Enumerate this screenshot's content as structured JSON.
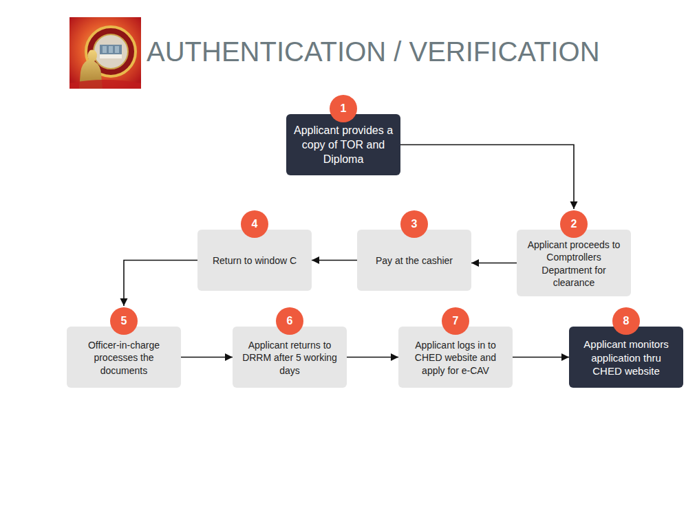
{
  "diagram": {
    "title": "AUTHENTICATION / VERIFICATION",
    "nodes": [
      {
        "text": [
          "Applicant provides a copy of TOR and Diploma"
        ]
      },
      {
        "text": [
          "1"
        ],
        "in": 0
      },
      {
        "text": [
          "Applicant proceeds to Comptrollers Department for clearance"
        ]
      },
      {
        "text": [
          "2"
        ],
        "in": 2
      },
      {
        "text": [
          "Pay at the cashier"
        ]
      },
      {
        "text": [
          "3"
        ],
        "in": 4
      },
      {
        "text": [
          "Return to window C"
        ]
      },
      {
        "text": [
          "4"
        ],
        "in": 6
      },
      {
        "text": [
          "Officer-in-charge processes the documents"
        ]
      },
      {
        "text": [
          "5"
        ],
        "in": 8
      },
      {
        "text": [
          "Applicant returns to DRRM after 5 working days"
        ]
      },
      {
        "text": [
          "6"
        ],
        "in": 10
      },
      {
        "text": [
          "Applicant logs in to CHED website and apply for e-CAV"
        ]
      },
      {
        "text": [
          "7"
        ],
        "in": 12
      },
      {
        "text": [
          "Applicant monitors application thru CHED website"
        ]
      },
      {
        "text": [
          "8"
        ],
        "in": 14
      }
    ],
    "edges": [
      {
        "from": 0,
        "to": 2,
        "arrow": "to"
      },
      {
        "from": 2,
        "to": 4,
        "arrow": "to"
      },
      {
        "from": 4,
        "to": 6,
        "arrow": "to"
      },
      {
        "from": 6,
        "to": 8,
        "arrow": "to"
      },
      {
        "from": 8,
        "to": 10,
        "arrow": "to"
      },
      {
        "from": 10,
        "to": 12,
        "arrow": "to"
      },
      {
        "from": 12,
        "to": 14,
        "arrow": "to"
      }
    ]
  }
}
